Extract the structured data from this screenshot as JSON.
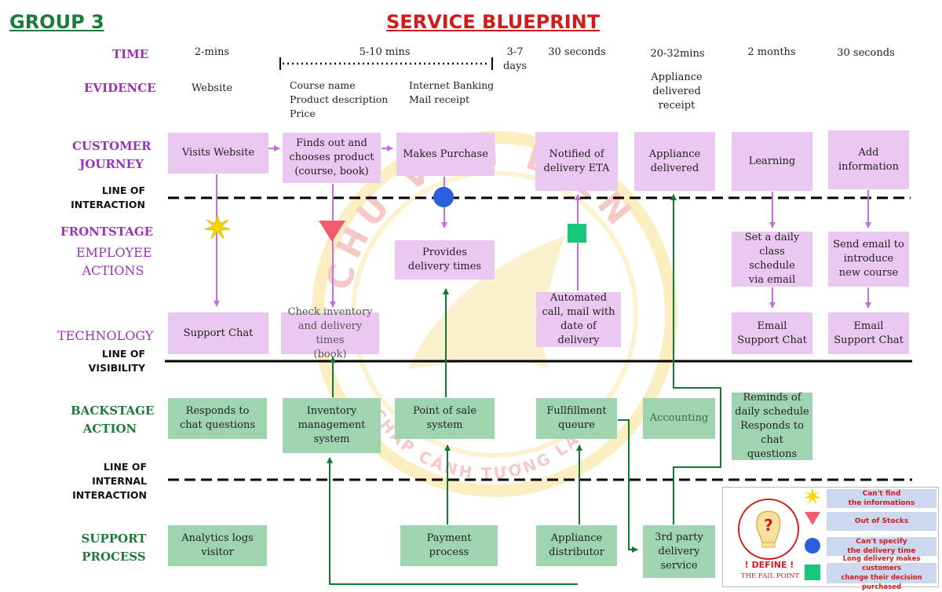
{
  "header": {
    "group": "GROUP 3",
    "title": "SERVICE BLUEPRINT"
  },
  "watermark": {
    "top_text": "CHU VĂN BIÊN",
    "bottom_text": "CHẮP CÁNH TƯƠNG LAI"
  },
  "rows": {
    "time": "TIME",
    "evidence": "EVIDENCE",
    "customer_journey": [
      "CUSTOMER",
      "JOURNEY"
    ],
    "frontstage": "FRONTSTAGE",
    "employee_actions": [
      "EMPLOYEE",
      "ACTIONS"
    ],
    "technology": "TECHNOLOGY",
    "backstage": [
      "BACKSTAGE",
      "ACTION"
    ],
    "support": [
      "SUPPORT",
      "PROCESS"
    ]
  },
  "lines": {
    "interaction": [
      "LINE OF",
      "INTERACTION"
    ],
    "visibility": [
      "LINE OF",
      "VISIBILITY"
    ],
    "internal": [
      "LINE OF",
      "INTERNAL",
      "INTERACTION"
    ]
  },
  "time": {
    "t1": "2-mins",
    "t2": "5-10 mins",
    "t3": [
      "3-7",
      "days"
    ],
    "t4": "30 seconds",
    "t5": "20-32mins",
    "t6": "2 months",
    "t7": "30 seconds"
  },
  "evidence": {
    "website": "Website",
    "course": [
      "Course name",
      "Product description",
      "Price"
    ],
    "banking": [
      "Internet Banking",
      "Mail receipt"
    ],
    "appliance": [
      "Appliance",
      "delivered",
      "receipt"
    ]
  },
  "customer": {
    "c1": "Visits Website",
    "c2": [
      "Finds out and",
      "chooses product",
      "(course, book)"
    ],
    "c3": "Makes Purchase",
    "c4": [
      "Notified of",
      "delivery ETA"
    ],
    "c5": [
      "Appliance",
      "delivered"
    ],
    "c6": "Learning",
    "c7": [
      "Add",
      "information"
    ]
  },
  "frontstage": {
    "f1": [
      "Provides",
      "delivery times"
    ],
    "f2": [
      "Set a daily",
      "class schedule",
      "via email"
    ],
    "f3": [
      "Send email to",
      "introduce",
      "new course"
    ]
  },
  "technology": {
    "t1": "Support Chat",
    "t2": [
      "Check inventory",
      "and delivery times",
      "(book)"
    ],
    "t3": [
      "Automated",
      "call, mail with",
      "date of delivery"
    ],
    "t4": [
      "Email",
      "Support Chat"
    ],
    "t5": [
      "Email",
      "Support Chat"
    ]
  },
  "backstage": {
    "b1": [
      "Responds to",
      "chat questions"
    ],
    "b2": [
      "Inventory",
      "management",
      "system"
    ],
    "b3": [
      "Point of sale",
      "system"
    ],
    "b4": [
      "Fullfillment",
      "queure"
    ],
    "b5": "Accounting",
    "b6": [
      "Reminds of",
      "daily schedule",
      "Responds to",
      "chat questions"
    ]
  },
  "support": {
    "s1": [
      "Analytics logs",
      "visitor"
    ],
    "s2": [
      "Payment",
      "process"
    ],
    "s3": [
      "Appliance",
      "distributor"
    ],
    "s4": [
      "3rd party",
      "delivery",
      "service"
    ]
  },
  "legend": {
    "title": "! DEFINE !",
    "subtitle": "THE FAIL POINT",
    "items": [
      [
        "Can't find",
        "the informations"
      ],
      [
        "Out of Stocks"
      ],
      [
        "Can't specify",
        "the delivery time"
      ],
      [
        "Long delivery makes customers",
        "change their decision purchased"
      ]
    ]
  },
  "colors": {
    "purple_box": "#ebc8f1",
    "green_box": "#9fd4b0",
    "purple_arrow": "#c86ee0",
    "green_arrow": "#127a30",
    "fail_star": "#f5d800",
    "fail_triangle": "#f25c6e",
    "fail_circle": "#2b5fd9",
    "fail_square": "#19c77a"
  }
}
